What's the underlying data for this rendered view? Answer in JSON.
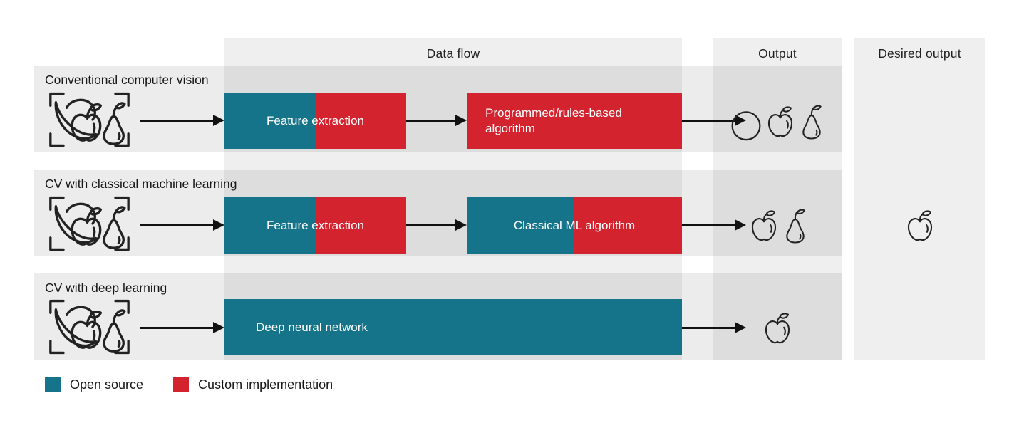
{
  "columns": {
    "data_flow": {
      "label": "Data flow"
    },
    "output": {
      "label": "Output"
    },
    "desired_output": {
      "label": "Desired output"
    }
  },
  "rows": [
    {
      "label": "Conventional computer vision",
      "input_icon": "fruits-viewfinder",
      "boxes": [
        {
          "label": "Feature extraction",
          "segments": [
            "open-source",
            "custom"
          ]
        },
        {
          "label": "Programmed/rules-based algorithm",
          "segments": [
            "custom"
          ]
        }
      ],
      "output_icons": [
        "circle",
        "apple",
        "pear"
      ]
    },
    {
      "label": "CV with classical machine learning",
      "input_icon": "fruits-viewfinder",
      "boxes": [
        {
          "label": "Feature extraction",
          "segments": [
            "open-source",
            "custom"
          ]
        },
        {
          "label": "Classical ML algorithm",
          "segments": [
            "open-source",
            "custom"
          ]
        }
      ],
      "output_icons": [
        "apple",
        "pear"
      ]
    },
    {
      "label": "CV with deep learning",
      "input_icon": "fruits-viewfinder",
      "boxes": [
        {
          "label": "Deep neural network",
          "segments": [
            "open-source"
          ]
        }
      ],
      "output_icons": [
        "apple"
      ]
    }
  ],
  "desired_output_icons": [
    "apple"
  ],
  "legend": [
    {
      "key": "open-source",
      "label": "Open source",
      "color": "#15748a"
    },
    {
      "key": "custom",
      "label": "Custom implementation",
      "color": "#d2232e"
    }
  ],
  "colors": {
    "open_source": "#15748a",
    "custom": "#d2232e",
    "band": "#efefef",
    "arrow": "#111111"
  }
}
